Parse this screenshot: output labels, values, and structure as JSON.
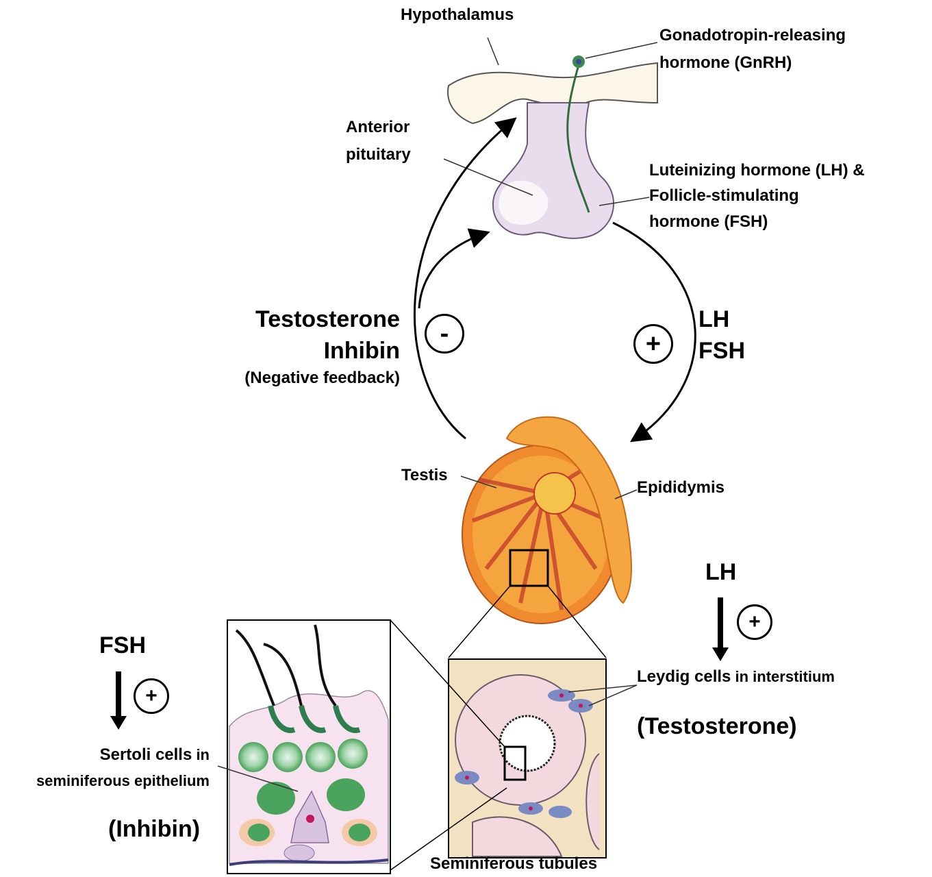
{
  "labels": {
    "hypothalamus": "Hypothalamus",
    "gnrh_line1": "Gonadotropin-releasing",
    "gnrh_line2": "hormone (GnRH)",
    "anterior_line1": "Anterior",
    "anterior_line2": "pituitary",
    "lh_fsh_line1": "Luteinizing hormone (LH) &",
    "lh_fsh_line2": "Follicle-stimulating",
    "lh_fsh_line3": "hormone (FSH)",
    "testosterone": "Testosterone",
    "inhibin": "Inhibin",
    "negative_feedback": "(Negative feedback)",
    "minus_sign": "-",
    "plus_sign": "+",
    "lh": "LH",
    "fsh": "FSH",
    "testis": "Testis",
    "epididymis": "Epididymis",
    "lh_lower": "LH",
    "fsh_lower": "FSH",
    "leydig_bold": "Leydig cells",
    "leydig_rest": " in interstitium",
    "testosterone_paren": "(Testosterone)",
    "sertoli_bold": "Sertoli cells",
    "sertoli_rest": " in",
    "sertoli_line2": "seminiferous epithelium",
    "inhibin_paren": "(Inhibin)",
    "seminiferous_tubules": "Seminiferous tubules"
  },
  "colors": {
    "pituitary_fill": "#e9dcec",
    "hypothalamus_fill": "#fbf6e8",
    "testis_fill": "#f08a2e",
    "epididymis_fill": "#f5a640",
    "tissue_bg": "#f3d9dd",
    "cell_green": "#5aae6a",
    "leydig_blue": "#7a8bc4"
  }
}
